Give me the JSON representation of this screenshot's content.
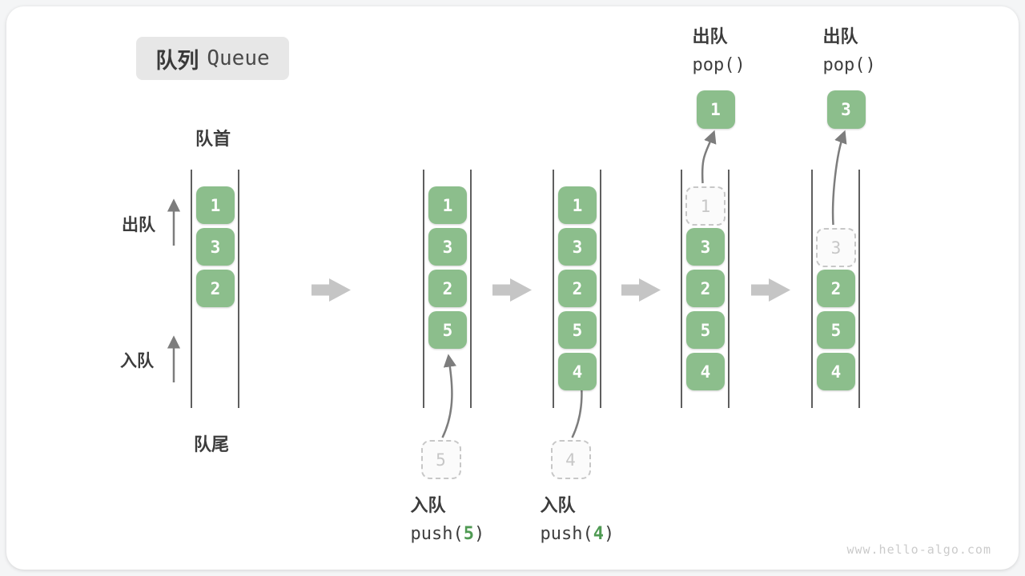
{
  "title": {
    "zh": "队列",
    "en": "Queue"
  },
  "side_labels": {
    "front": "队首",
    "rear": "队尾",
    "dequeue": "出队",
    "enqueue": "入队"
  },
  "watermark": "www.hello-algo.com",
  "colors": {
    "box_green": "#8cbe8c",
    "code_arg_green": "#4f9a53",
    "block_arrow_gray": "#c5c5c5",
    "thin_arrow_gray": "#7d7d7d",
    "dashed_gray": "#c7c7c7",
    "text_dark": "#3c3c3c",
    "column_line": "#5f5f5f",
    "watermark_gray": "#cbcbcb",
    "badge_bg": "#e7e7e7"
  },
  "states": [
    {
      "name": "initial",
      "items": [
        {
          "slot": 0,
          "value": "1"
        },
        {
          "slot": 1,
          "value": "3"
        },
        {
          "slot": 2,
          "value": "2"
        }
      ]
    },
    {
      "name": "push-5",
      "items": [
        {
          "slot": 0,
          "value": "1"
        },
        {
          "slot": 1,
          "value": "3"
        },
        {
          "slot": 2,
          "value": "2"
        },
        {
          "slot": 3,
          "value": "5"
        }
      ],
      "staged": "5",
      "action": {
        "label": "入队",
        "code_pre": "push(",
        "code_arg": "5",
        "code_post": ")"
      }
    },
    {
      "name": "push-4",
      "items": [
        {
          "slot": 0,
          "value": "1"
        },
        {
          "slot": 1,
          "value": "3"
        },
        {
          "slot": 2,
          "value": "2"
        },
        {
          "slot": 3,
          "value": "5"
        },
        {
          "slot": 4,
          "value": "4"
        }
      ],
      "staged": "4",
      "action": {
        "label": "入队",
        "code_pre": "push(",
        "code_arg": "4",
        "code_post": ")"
      }
    },
    {
      "name": "pop-1",
      "items": [
        {
          "slot": 0,
          "value": "1",
          "dashed": true
        },
        {
          "slot": 1,
          "value": "3"
        },
        {
          "slot": 2,
          "value": "2"
        },
        {
          "slot": 3,
          "value": "5"
        },
        {
          "slot": 4,
          "value": "4"
        }
      ],
      "popped": "1",
      "action": {
        "label": "出队",
        "code": "pop()"
      }
    },
    {
      "name": "pop-3",
      "items": [
        {
          "slot": 1,
          "value": "3",
          "dashed": true
        },
        {
          "slot": 2,
          "value": "2"
        },
        {
          "slot": 3,
          "value": "5"
        },
        {
          "slot": 4,
          "value": "4"
        }
      ],
      "popped": "3",
      "action": {
        "label": "出队",
        "code": "pop()"
      }
    }
  ]
}
